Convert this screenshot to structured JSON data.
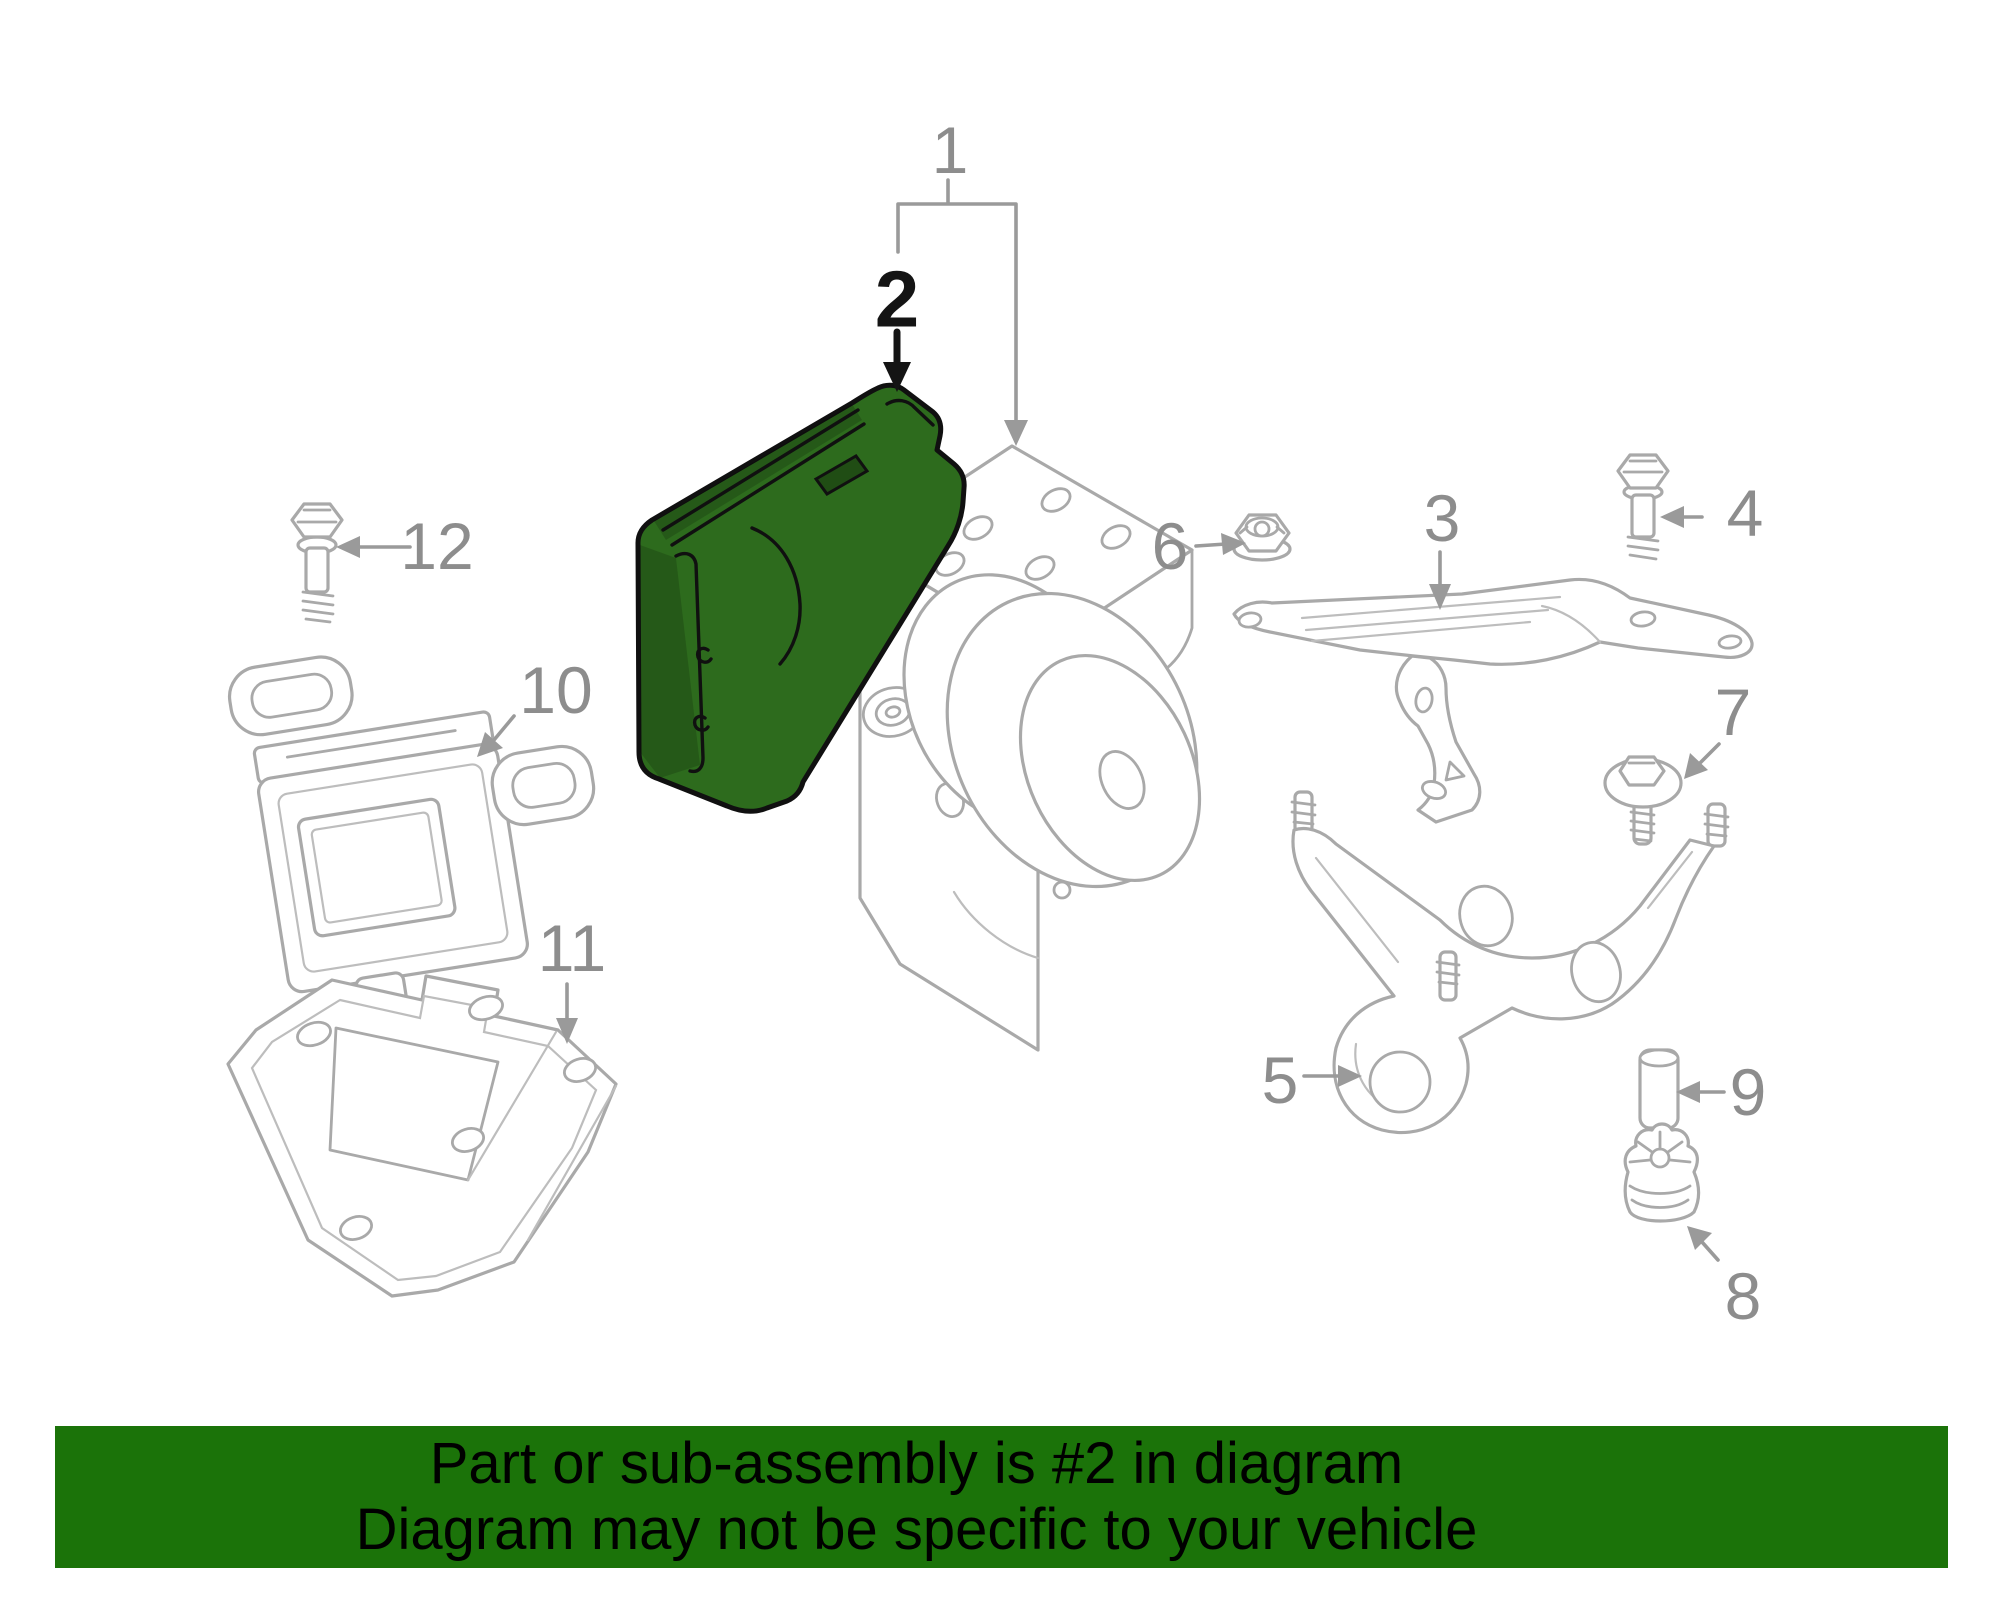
{
  "colors": {
    "part_highlight": "#2d6b1d",
    "banner_background": "#1b7309",
    "line_art": "#a9a9a9",
    "callout_label": "#8d8d8d",
    "highlight_label": "#141414",
    "banner_text": "#000000",
    "background": "#ffffff"
  },
  "diagram": {
    "callouts": [
      {
        "label": "1",
        "name": "abs-hydraulic-unit-assembly",
        "highlighted": false
      },
      {
        "label": "2",
        "name": "abs-control-module-cover",
        "highlighted": true
      },
      {
        "label": "3",
        "name": "upper-mount-bracket",
        "highlighted": false
      },
      {
        "label": "4",
        "name": "hex-mount-bolt",
        "highlighted": false
      },
      {
        "label": "5",
        "name": "lower-mount-bracket",
        "highlighted": false
      },
      {
        "label": "6",
        "name": "flange-nut",
        "highlighted": false
      },
      {
        "label": "7",
        "name": "washer-head-screw",
        "highlighted": false
      },
      {
        "label": "8",
        "name": "rubber-grommet",
        "highlighted": false
      },
      {
        "label": "9",
        "name": "mount-pin",
        "highlighted": false
      },
      {
        "label": "10",
        "name": "yaw-rate-sensor",
        "highlighted": false
      },
      {
        "label": "11",
        "name": "sensor-mount-bracket",
        "highlighted": false
      },
      {
        "label": "12",
        "name": "sensor-bolt",
        "highlighted": false
      }
    ]
  },
  "banner": {
    "line1": "Part or sub-assembly is #2 in diagram",
    "line2": "Diagram may not be specific to your vehicle"
  }
}
